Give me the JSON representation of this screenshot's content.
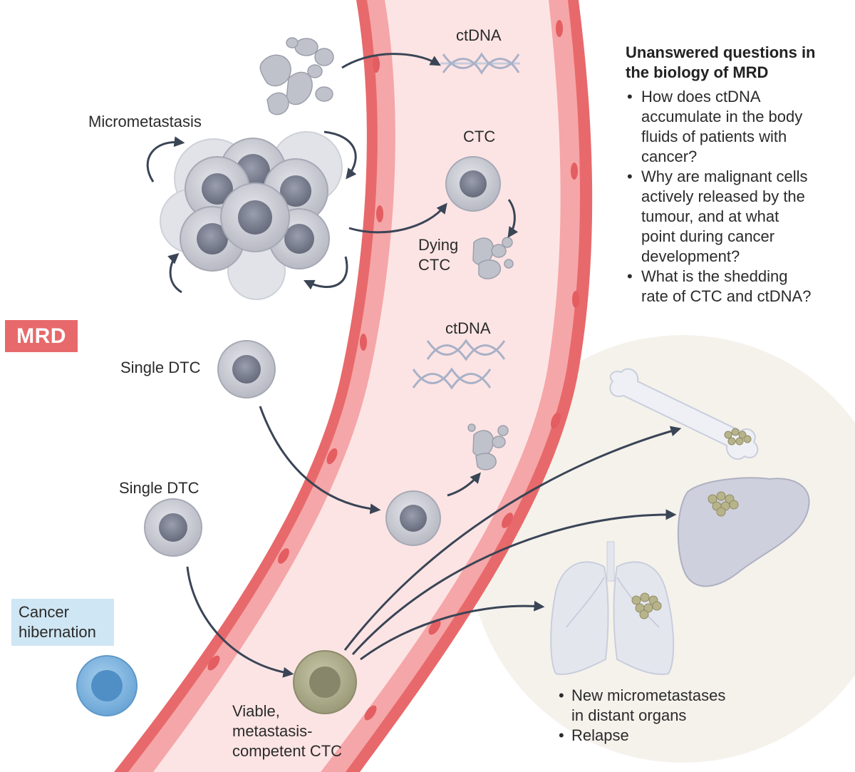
{
  "badge": "MRD",
  "labels": {
    "ctdna_top": "ctDNA",
    "micrometastasis": "Micrometastasis",
    "ctc": "CTC",
    "dying_ctc_1": "Dying",
    "dying_ctc_2": "CTC",
    "ctdna_mid": "ctDNA",
    "single_dtc_1": "Single DTC",
    "single_dtc_2": "Single DTC",
    "hibernation_1": "Cancer",
    "hibernation_2": "hibernation",
    "viable_1": "Viable,",
    "viable_2": "metastasis-",
    "viable_3": "competent CTC"
  },
  "questions": {
    "title_1": "Unanswered questions in",
    "title_2": "the biology of MRD",
    "items": [
      [
        "How does ctDNA",
        "accumulate in the body",
        "fluids of patients with",
        "cancer?"
      ],
      [
        "Why are malignant cells",
        "actively released by the",
        "tumour, and at what",
        "point during cancer",
        "development?"
      ],
      [
        "What is the shedding",
        "rate of CTC and ctDNA?"
      ]
    ]
  },
  "outcomes": {
    "items": [
      [
        "New micrometastases",
        "in distant organs"
      ],
      [
        "Relapse"
      ]
    ]
  },
  "colors": {
    "vessel_wall": "#e8696b",
    "vessel_lumen": "#fde4e4",
    "cell_gray": "#c9cbd3",
    "nucleus_gray": "#7e8394",
    "viable_cell": "#a9a98a",
    "hibernation_cell": "#7fb3dc",
    "arrow": "#3a4556",
    "organ_bg": "#f5f2ec",
    "badge": "#e8696b",
    "hibernation_box": "#cfe6f4"
  }
}
